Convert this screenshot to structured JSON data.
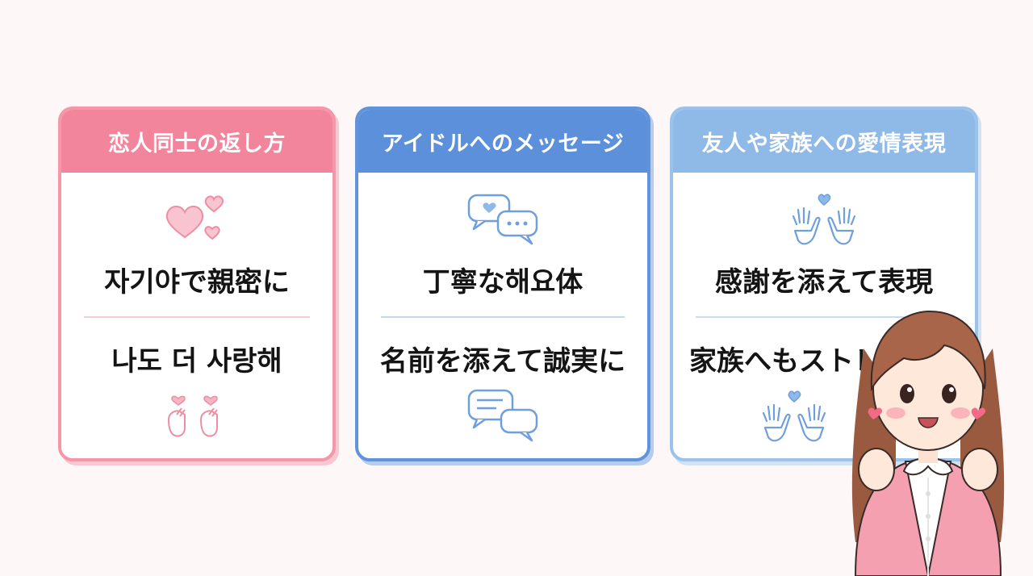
{
  "cards": [
    {
      "title": "恋人同士の返し方",
      "line1": "자기야で親密に",
      "line2": "나도 더 사랑해",
      "icon_top": "hearts-icon",
      "icon_bottom": "finger-heart-icon"
    },
    {
      "title": "アイドルへのメッセージ",
      "line1": "丁寧な해요体",
      "line2": "名前を添えて誠実に",
      "icon_top": "chat-bubbles-icon",
      "icon_bottom": "message-bubbles-icon"
    },
    {
      "title": "友人や家族への愛情表現",
      "line1": "感謝を添えて表現",
      "line2": "家族へもストレ",
      "icon_top": "hands-heart-icon",
      "icon_bottom": "hands-heart-icon"
    }
  ],
  "colors": {
    "pink": "#f2859c",
    "blue": "#5d90da",
    "light_blue": "#8fb9e6",
    "background": "#fdf7f8"
  },
  "illustration": "girl-finger-heart-illustration"
}
